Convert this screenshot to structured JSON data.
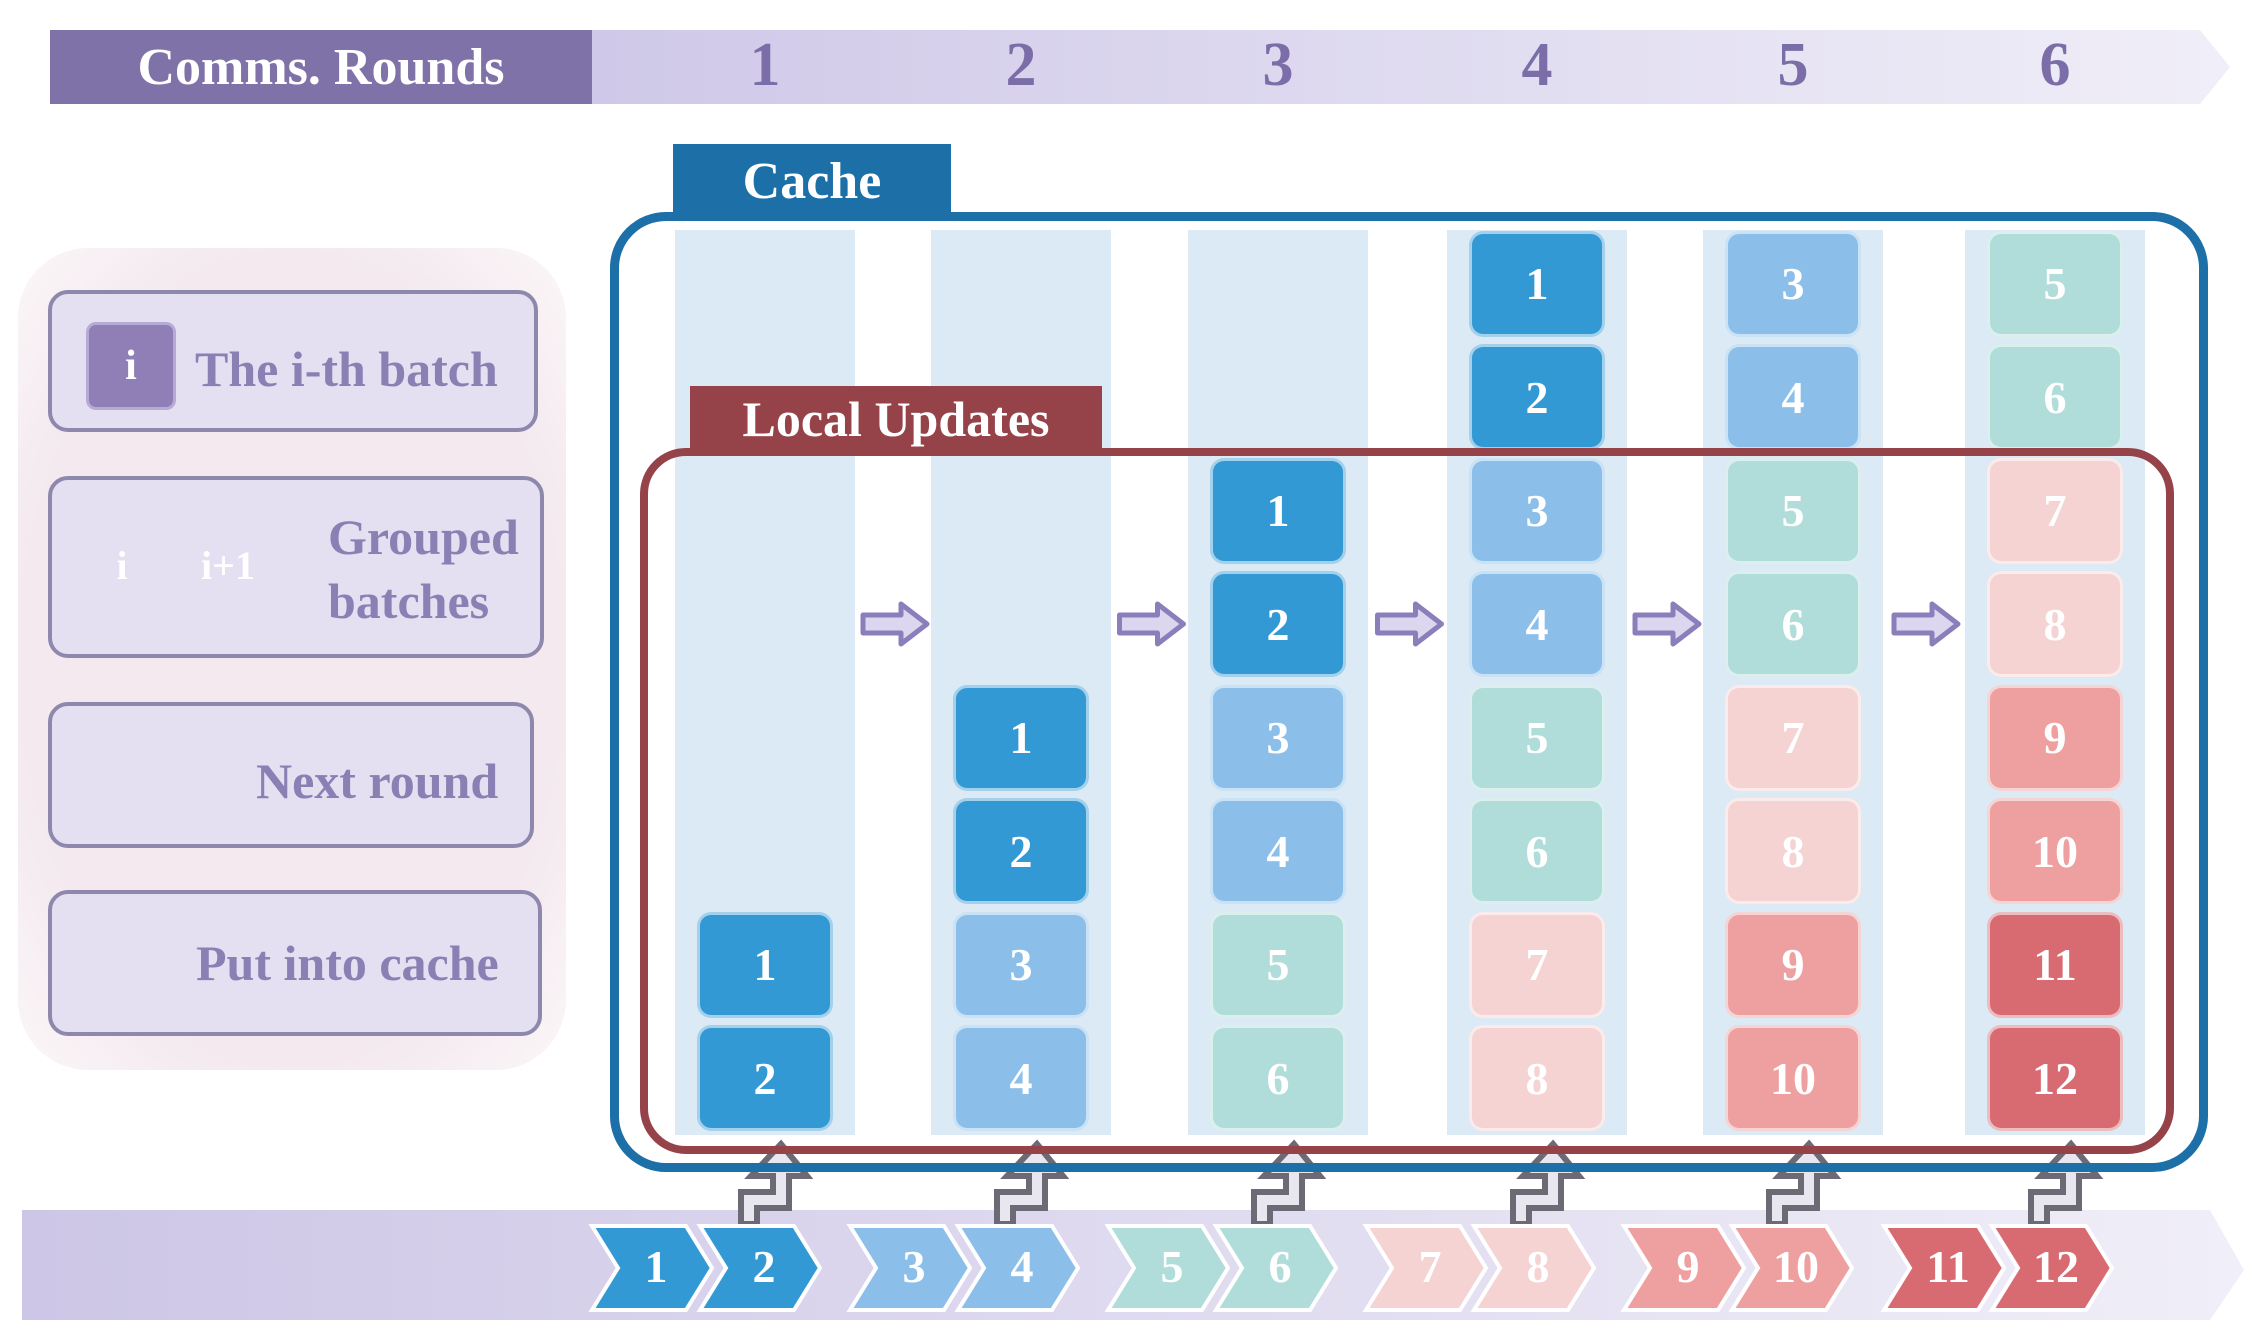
{
  "header": {
    "label": "Comms. Rounds",
    "rounds": [
      "1",
      "2",
      "3",
      "4",
      "5",
      "6"
    ]
  },
  "cache_label": "Cache",
  "local_updates_label": "Local Updates",
  "legend": {
    "batch_symbol": "i",
    "batch_text": "The i-th batch",
    "grouped_symbol_a": "i",
    "grouped_symbol_b": "i+1",
    "grouped_text_line1": "Grouped",
    "grouped_text_line2": "batches",
    "next_round_text": "Next round",
    "put_into_cache_text": "Put into cache"
  },
  "columns": [
    {
      "round": "1",
      "batches": [
        "1",
        "2"
      ]
    },
    {
      "round": "2",
      "batches": [
        "1",
        "2",
        "3",
        "4"
      ]
    },
    {
      "round": "3",
      "batches": [
        "1",
        "2",
        "3",
        "4",
        "5",
        "6"
      ]
    },
    {
      "round": "4",
      "batches": [
        "1",
        "2",
        "3",
        "4",
        "5",
        "6",
        "7",
        "8"
      ]
    },
    {
      "round": "5",
      "batches": [
        "3",
        "4",
        "5",
        "6",
        "7",
        "8",
        "9",
        "10"
      ]
    },
    {
      "round": "6",
      "batches": [
        "5",
        "6",
        "7",
        "8",
        "9",
        "10",
        "11",
        "12"
      ]
    }
  ],
  "incoming_groups": [
    [
      "1",
      "2"
    ],
    [
      "3",
      "4"
    ],
    [
      "5",
      "6"
    ],
    [
      "7",
      "8"
    ],
    [
      "9",
      "10"
    ],
    [
      "11",
      "12"
    ]
  ],
  "colors": {
    "1": "#3399d4",
    "2": "#3399d4",
    "3": "#8bbfea",
    "4": "#8bbfea",
    "5": "#b0ddd9",
    "6": "#b0ddd9",
    "7": "#f6d3d3",
    "8": "#f6d3d3",
    "9": "#eea0a0",
    "10": "#eea0a0",
    "11": "#d86b72",
    "12": "#d86b72",
    "header_dark": "#7e72a8",
    "cache_blue": "#1d6fa8",
    "local_red": "#954349",
    "column_bg": "#dbeaf4"
  }
}
